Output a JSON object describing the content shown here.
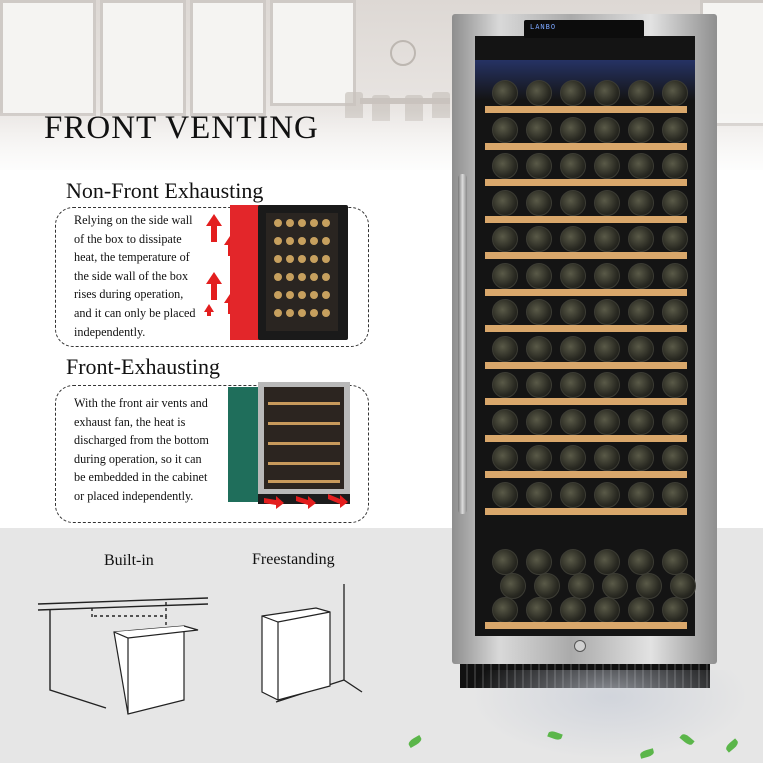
{
  "title": "FRONT VENTING",
  "non_front": {
    "heading": "Non-Front Exhausting",
    "lines": [
      "Relying on the side wall",
      "of the box to dissipate",
      "heat, the temperature of",
      "the side wall of the box",
      "rises during operation,",
      "and it can only be placed",
      "independently."
    ]
  },
  "front": {
    "heading": "Front-Exhausting",
    "lines": [
      "With the front air vents and",
      "exhaust fan, the heat is",
      "discharged from the bottom",
      "during operation, so it can",
      "be embedded in the cabinet",
      "or placed independently."
    ]
  },
  "install": {
    "built_in": "Built-in",
    "freestanding": "Freestanding"
  },
  "display": {
    "brand": "LANBO"
  },
  "colors": {
    "hot_red": "#e31e1e",
    "green_side": "#1f6e5b",
    "shelf_wood": "#d9a76b"
  }
}
